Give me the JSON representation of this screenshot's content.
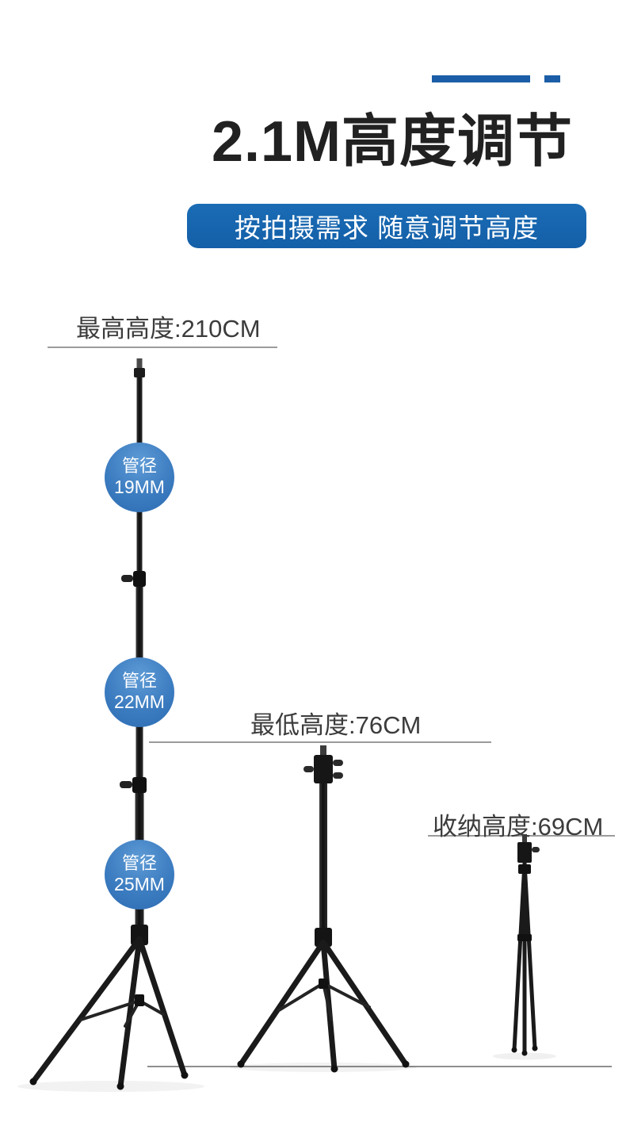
{
  "header": {
    "title": "2.1M高度调节",
    "subtitle": "按拍摄需求 随意调节高度"
  },
  "measurements": {
    "max_height": "最高高度:210CM",
    "min_height": "最低高度:76CM",
    "storage_height": "收纳高度:69CM"
  },
  "tube_badges": [
    {
      "label": "管径",
      "value": "19MM"
    },
    {
      "label": "管径",
      "value": "22MM"
    },
    {
      "label": "管径",
      "value": "25MM"
    }
  ],
  "colors": {
    "accent_blue": "#1b5ea7",
    "banner_blue": "#1666b0",
    "badge_blue": "#4486c8",
    "title_black": "#212121",
    "line_gray": "#9b9b9b",
    "stand_black": "#1a1a1a",
    "background": "#ffffff"
  }
}
